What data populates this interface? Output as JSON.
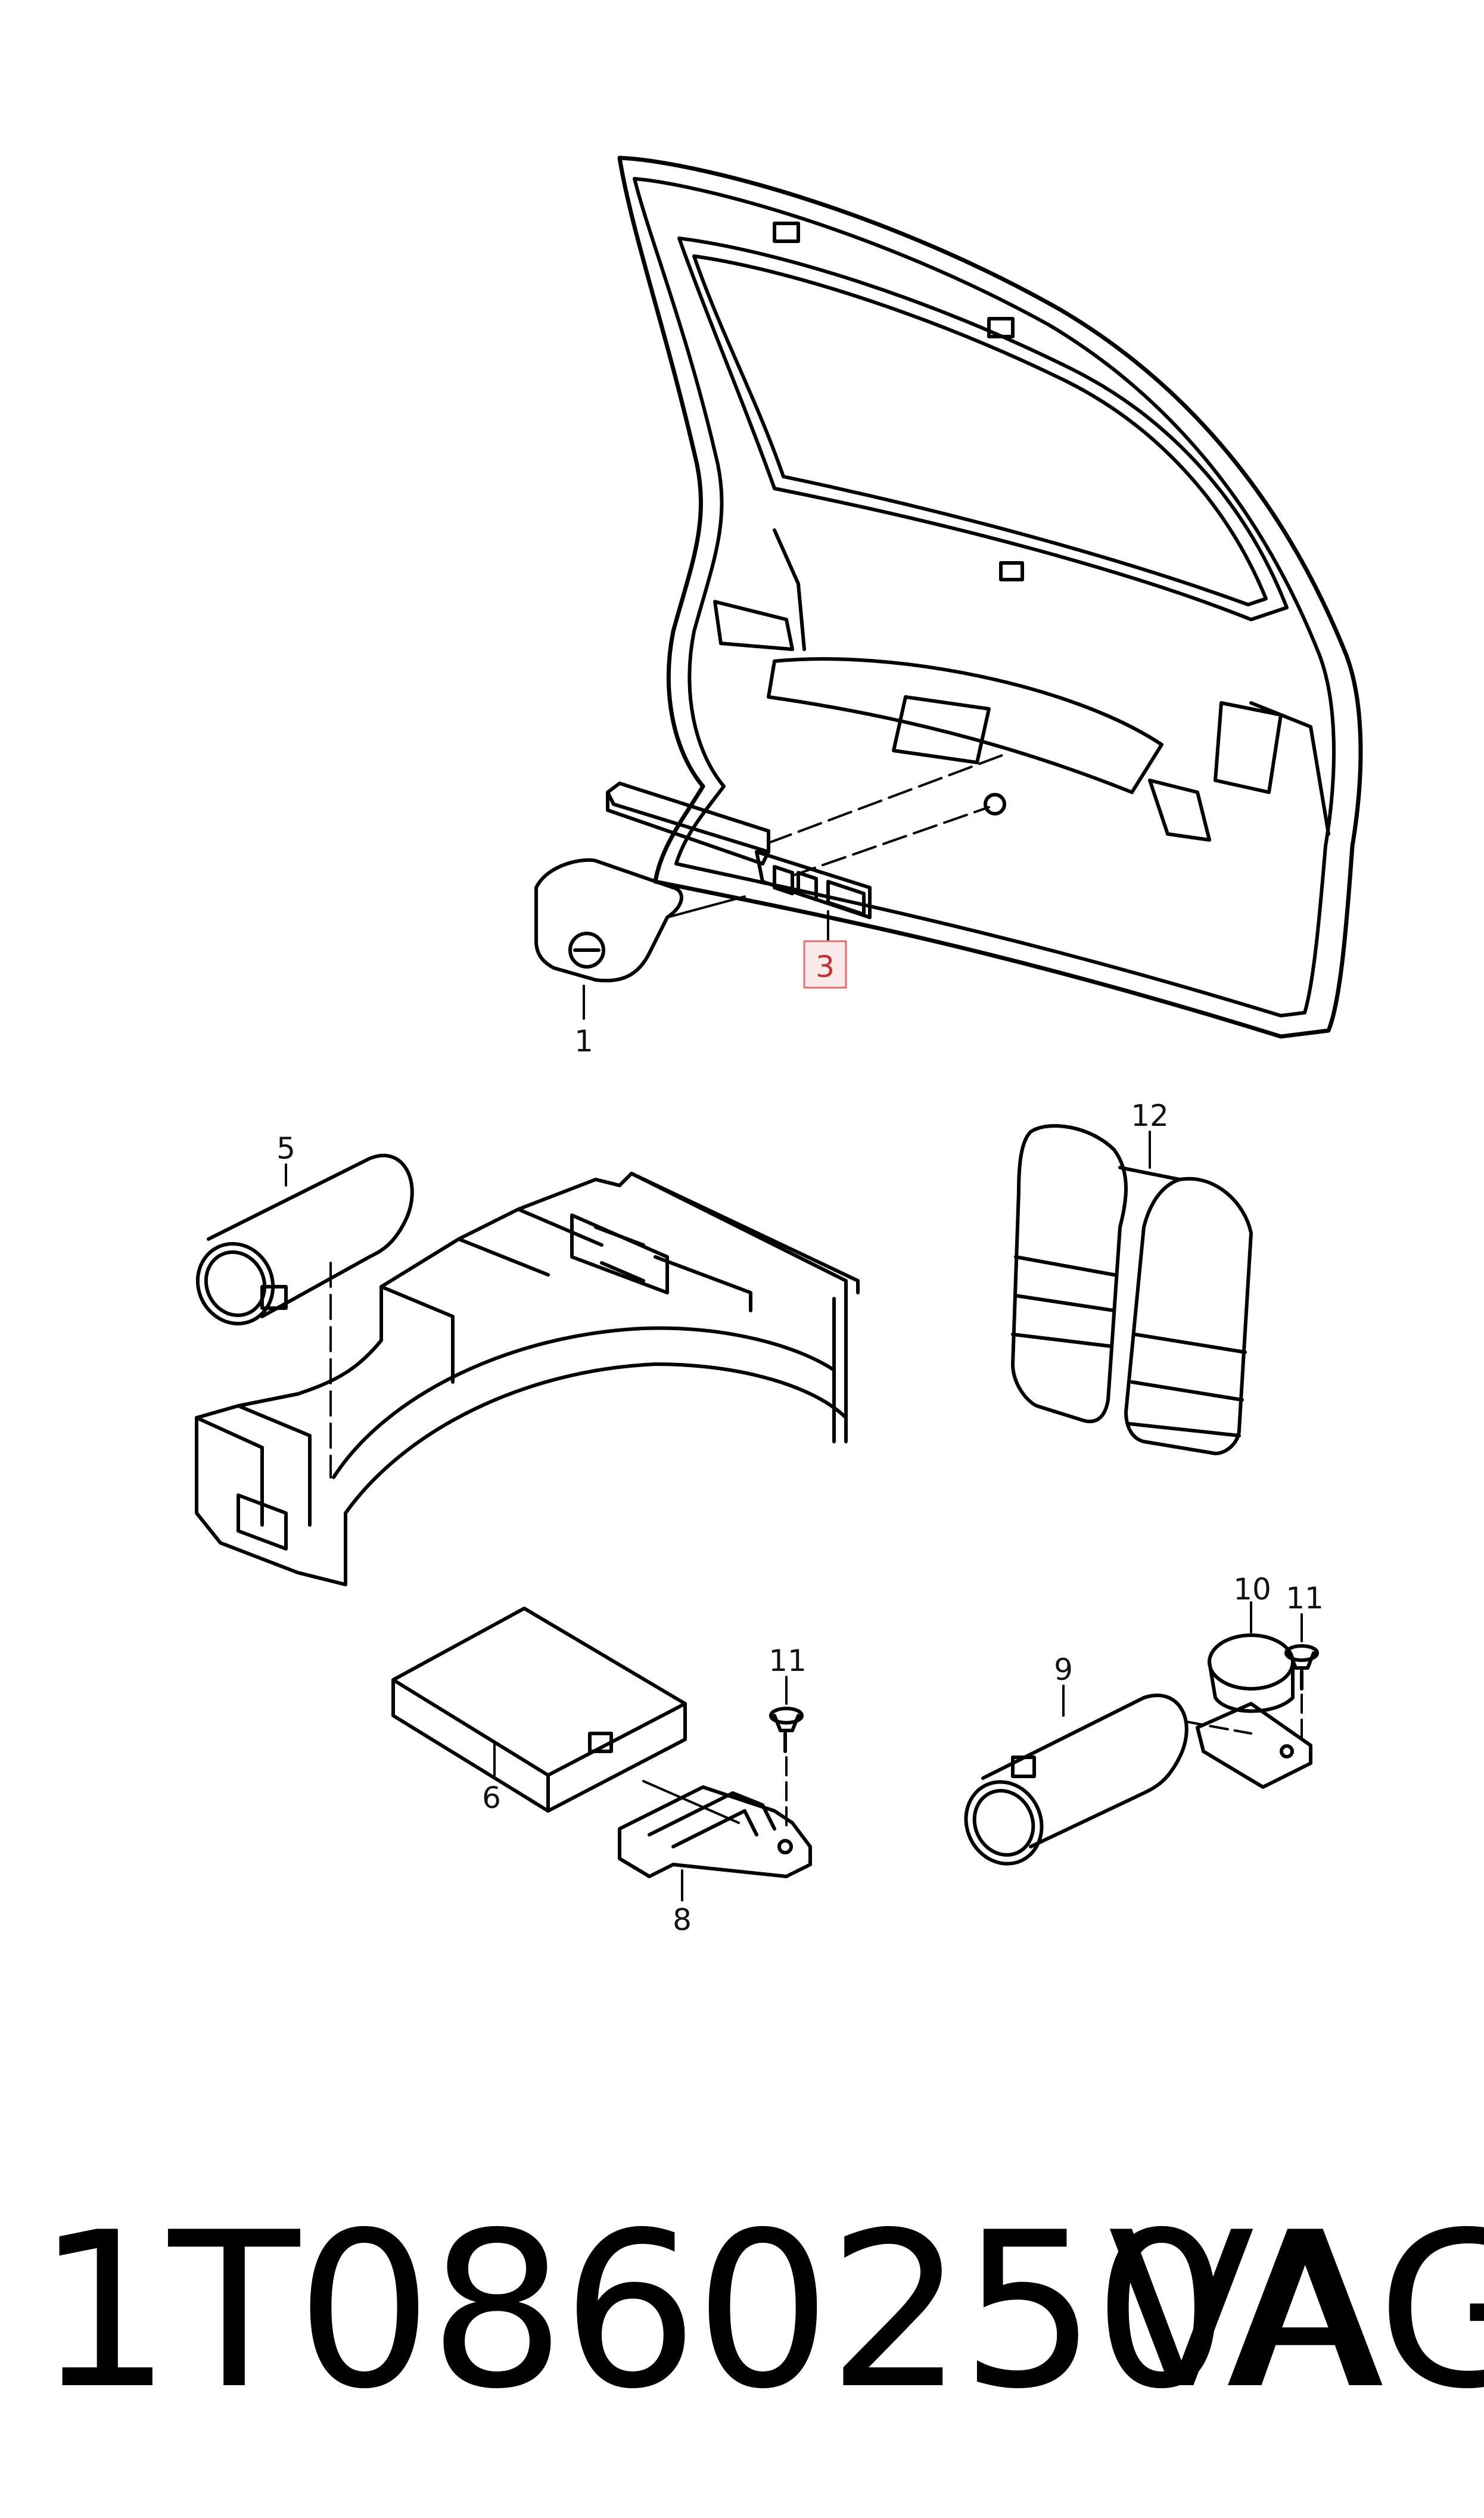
{
  "callouts": {
    "c1": "1",
    "c3": "3",
    "c5": "5",
    "c6": "6",
    "c8": "8",
    "c9": "9",
    "c10": "10",
    "c11a": "11",
    "c11b": "11",
    "c12": "12"
  },
  "footer": {
    "part_number": "1T0860250A",
    "brand": "VAG"
  },
  "colors": {
    "line": "#000000",
    "highlight_box": "#e07070",
    "highlight_text": "#c03030"
  }
}
